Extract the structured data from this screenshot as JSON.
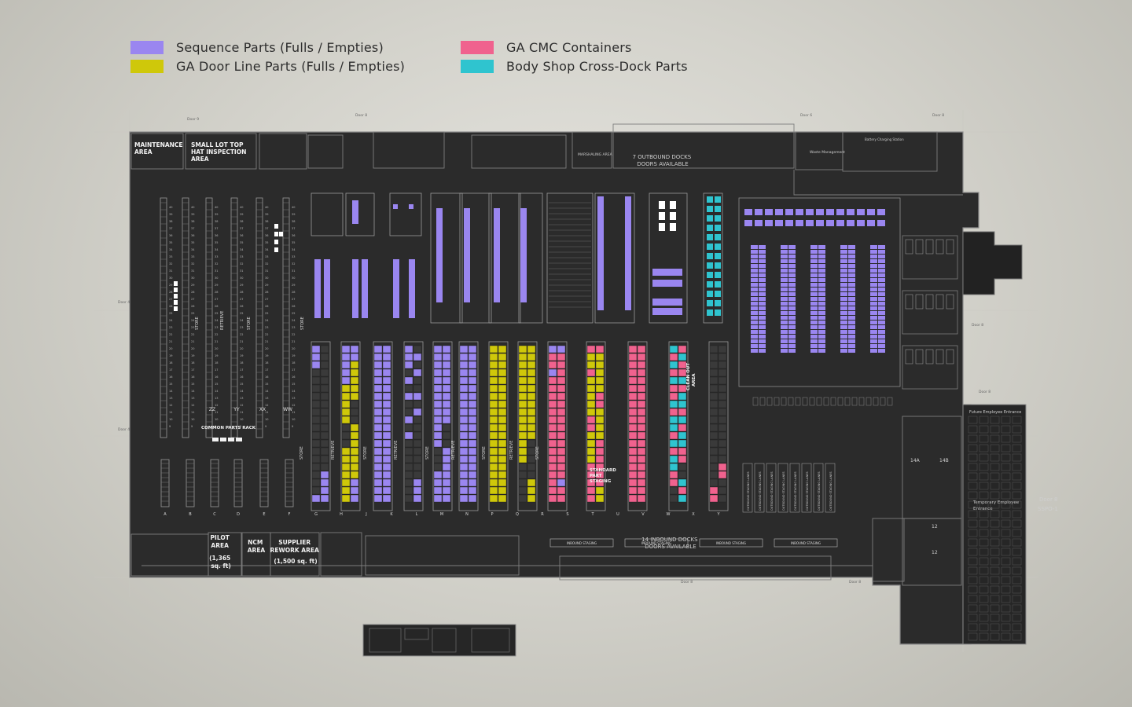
{
  "legend": [
    {
      "label": "Sequence Parts (Fulls / Empties)",
      "color": "#9a86f0"
    },
    {
      "label": "GA Door Line Parts (Fulls / Empties)",
      "color": "#cfc80a"
    },
    {
      "label": "GA CMC Containers",
      "color": "#f0628e"
    },
    {
      "label": "Body Shop Cross-Dock Parts",
      "color": "#2fc4cf"
    }
  ],
  "colors": {
    "sequence": "#9a86f0",
    "door_line": "#cfc80a",
    "cmc": "#f0628e",
    "cross_dock": "#2fc4cf",
    "floor": "#2b2b2b",
    "wall": "#9a9a9a"
  },
  "areas": {
    "maintenance": [
      "MAINTENANCE",
      "AREA"
    ],
    "small_lot": [
      "SMALL LOT TOP",
      "HAT INSPECTION",
      "AREA"
    ],
    "outbound": [
      "7 OUTBOUND DOCKS",
      "DOORS AVAILABLE"
    ],
    "marshaling": "MARSHALING AREA",
    "battery": "Battery Charging Station",
    "common_rack": "COMMON PARTS RACK",
    "pilot": [
      "PILOT",
      "AREA",
      "(1,365",
      "sq. ft)"
    ],
    "ncm": [
      "NCM",
      "AREA"
    ],
    "supplier": [
      "SUPPLIER",
      "REWORK AREA",
      "(1,500 sq. ft)"
    ],
    "inbound": [
      "14 INBOUND DOCKS",
      "DOORS AVAILABLE"
    ],
    "inbound_staging": "INBOUND STAGING",
    "outbound_staging": "OUTBOUND STAGING LANES",
    "future_entrance": "Future Employee Entrance",
    "temp_entrance": [
      "Temporary Employee",
      "Entrance"
    ],
    "door_sspo": [
      "Door 8",
      "SSPO-1"
    ],
    "standard": [
      "STANDARD",
      "PART",
      "STAGING"
    ],
    "clean_out": [
      "CLEAN OUT",
      "AREA"
    ],
    "waste": "Waste Management",
    "room_14a": "14A",
    "room_14b": "14B",
    "room_12": "12",
    "room_12b": "12"
  },
  "rack_row_labels": [
    "ZZ",
    "YY",
    "XX",
    "WW"
  ],
  "bottom_row_labels": [
    "A",
    "B",
    "C",
    "D",
    "E",
    "F"
  ],
  "aisle_labels": [
    "G",
    "H",
    "J",
    "K",
    "L",
    "M",
    "N",
    "P",
    "Q",
    "R",
    "S",
    "T",
    "U",
    "V",
    "W",
    "X",
    "Y"
  ],
  "aisle_words": [
    "STORE",
    "RETRIEVE",
    "STORE",
    "RETRIEVE",
    "STORE",
    "RETRIEVE",
    "STORE",
    "RETRIEVE",
    "STORE"
  ],
  "rack_words": [
    "STORE",
    "RETRIEVE",
    "STORE",
    "STORE"
  ],
  "door_tags": [
    "Door 9",
    "Door 8",
    "Door 6",
    "Door 8",
    "Door 4",
    "Door 4",
    "Door 8",
    "Door 8",
    "Door 8",
    "Door 8"
  ]
}
